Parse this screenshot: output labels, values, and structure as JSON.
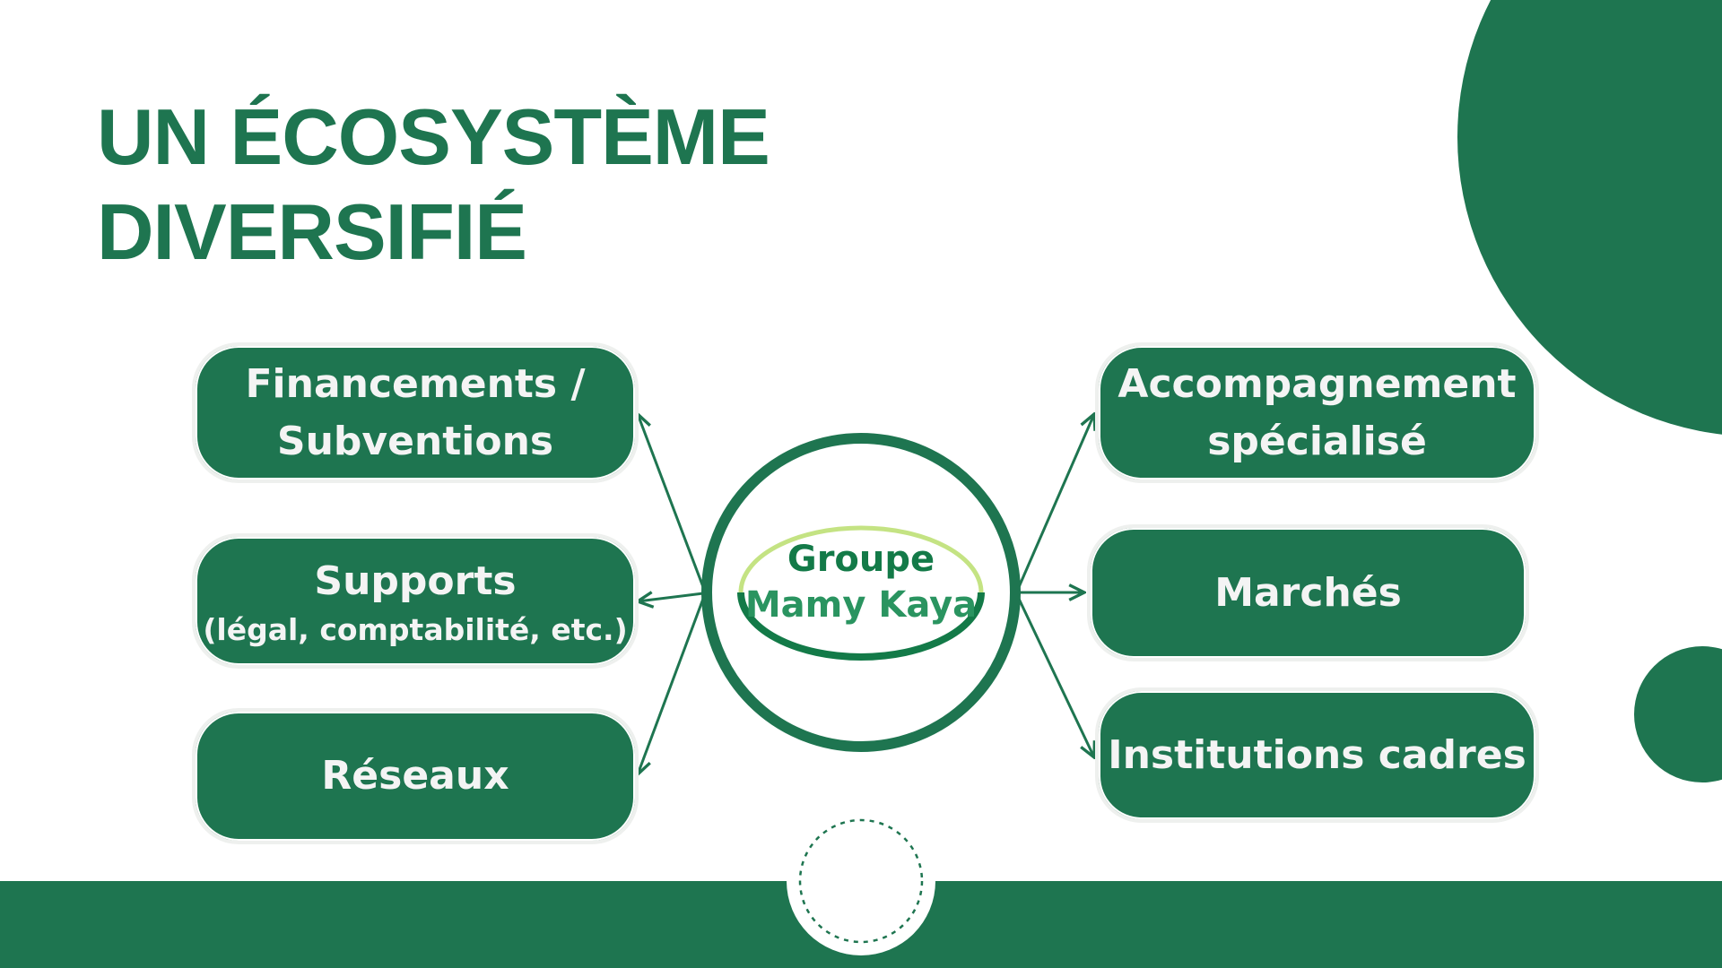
{
  "title": {
    "line1": "UN ÉCOSYSTÈME",
    "line2": "DIVERSIFIÉ"
  },
  "center": {
    "logo_line1": "Groupe",
    "logo_line2": "Mamy Kaya"
  },
  "left_nodes": [
    {
      "line1": "Financements /",
      "line2": "Subventions"
    },
    {
      "line1": "Supports",
      "line2": "(légal, comptabilité, etc.)"
    },
    {
      "line1": "Réseaux"
    }
  ],
  "right_nodes": [
    {
      "line1": "Accompagnement",
      "line2": "spécialisé"
    },
    {
      "line1": "Marchés"
    },
    {
      "line1": "Institutions cadres"
    }
  ],
  "colors": {
    "primary": "#1e7550",
    "light_green": "#c4e383",
    "logo_text": "#2a9460"
  }
}
